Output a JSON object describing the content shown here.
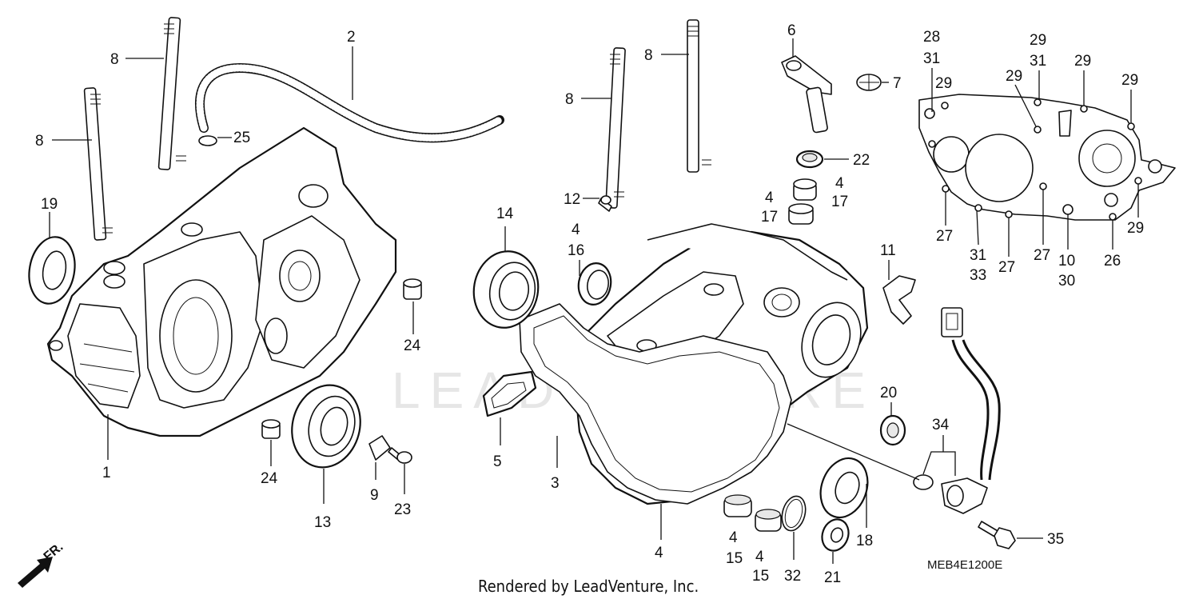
{
  "diagram": {
    "callouts": {
      "c1": "1",
      "c2": "2",
      "c3": "3",
      "c4a": "4",
      "c4b": "4",
      "c4c": "4",
      "c4d": "4",
      "c4e": "4",
      "c4f": "4",
      "c5": "5",
      "c6": "6",
      "c7": "7",
      "c8a": "8",
      "c8b": "8",
      "c8c": "8",
      "c8d": "8",
      "c9": "9",
      "c10": "10",
      "c11": "11",
      "c12": "12",
      "c13": "13",
      "c14": "14",
      "c15a": "15",
      "c15b": "15",
      "c16": "16",
      "c17a": "17",
      "c17b": "17",
      "c18": "18",
      "c19": "19",
      "c20": "20",
      "c21": "21",
      "c22": "22",
      "c23": "23",
      "c24a": "24",
      "c24b": "24",
      "c25": "25",
      "c26": "26",
      "c27a": "27",
      "c27b": "27",
      "c27c": "27",
      "c28": "28",
      "c29a": "29",
      "c29b": "29",
      "c29c": "29",
      "c29d": "29",
      "c29e": "29",
      "c29f": "29",
      "c29g": "29",
      "c30": "30",
      "c31a": "31",
      "c31b": "31",
      "c31c": "31",
      "c32": "32",
      "c33": "33",
      "c34": "34",
      "c35": "35"
    },
    "watermark": "LEADVENTURE",
    "front_marker": "FR.",
    "diagram_code": "MEB4E1200E",
    "footer": "Rendered by LeadVenture, Inc."
  }
}
